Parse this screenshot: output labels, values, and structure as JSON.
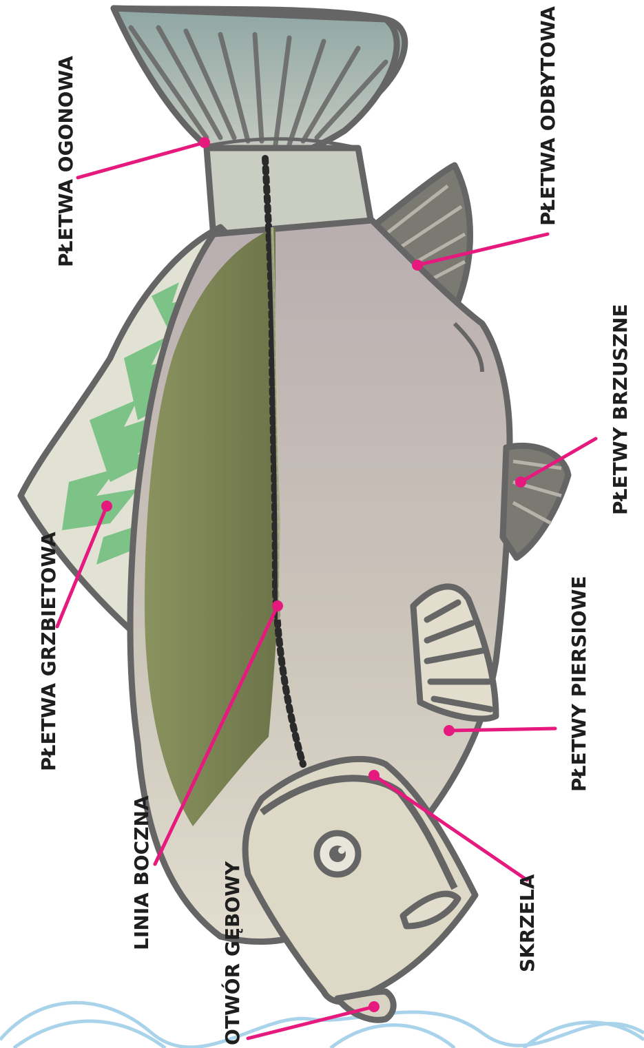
{
  "colors": {
    "leader": "#e6197f",
    "outline": "#656565",
    "back": "#7d8757",
    "belly": "#cfc8bd",
    "head": "#ddd9c6",
    "fin_gray": "#a9b5ab",
    "fin_green": "#7dc287",
    "wave": "#a9d3ea"
  },
  "labels": {
    "dorsal_fin": "PŁETWA GRZBIETOWA",
    "lateral_line": "LINIA BOCZNA",
    "mouth": "OTWÓR GĘBOWY",
    "tail_fin": "PŁETWA OGONOWA",
    "anal_fin": "PŁETWA ODBYTOWA",
    "pelvic_fins": "PŁETWY BRZUSZNE",
    "pectoral_fins": "PŁETWY PIERSIOWE",
    "gills": "SKRZELA"
  }
}
